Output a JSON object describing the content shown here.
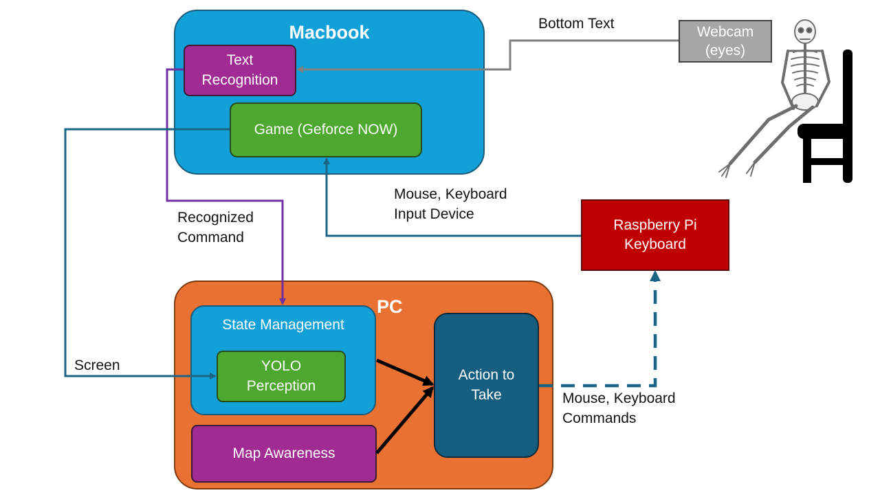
{
  "macbook": {
    "title": "Macbook",
    "color": "#12A0D8"
  },
  "pc": {
    "title": "PC",
    "color": "#E97132"
  },
  "nodes": {
    "text_recognition": "Text\nRecognition",
    "game": "Game (Geforce NOW)",
    "webcam": "Webcam\n(eyes)",
    "raspberry_pi": "Raspberry Pi\nKeyboard",
    "state_management": "State Management",
    "yolo": "YOLO\nPerception",
    "map_awareness": "Map Awareness",
    "action": "Action to\nTake"
  },
  "labels": {
    "bottom_text": "Bottom Text",
    "mouse_keyboard_input": "Mouse, Keyboard\nInput Device",
    "recognized_command": "Recognized\nCommand",
    "screen": "Screen",
    "mouse_keyboard_commands": "Mouse, Keyboard\nCommands"
  },
  "colors": {
    "purple": "#A02B93",
    "green": "#4EA72E",
    "gray": "#A6A6A6",
    "red": "#C00000",
    "teal_line": "#1A6485",
    "dark_blue": "#155E80",
    "arrow_black": "#000000"
  }
}
